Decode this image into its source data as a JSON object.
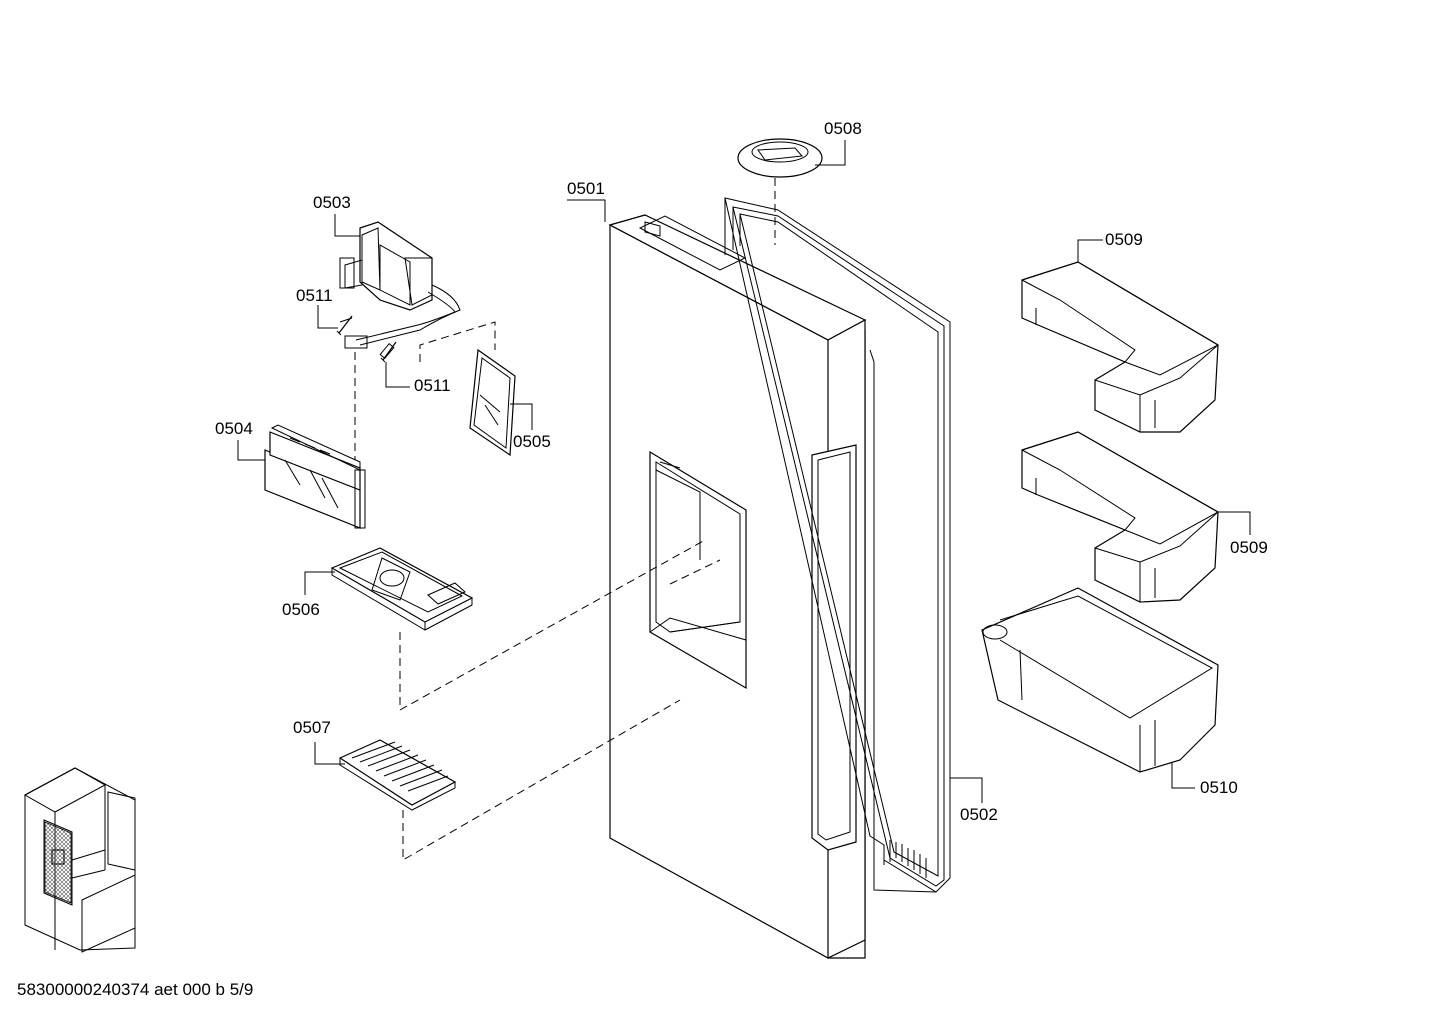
{
  "diagram": {
    "part_labels": {
      "p0501": "0501",
      "p0502": "0502",
      "p0503": "0503",
      "p0504": "0504",
      "p0505": "0505",
      "p0506": "0506",
      "p0507": "0507",
      "p0508": "0508",
      "p0509a": "0509",
      "p0509b": "0509",
      "p0510": "0510",
      "p0511a": "0511",
      "p0511b": "0511"
    },
    "footer": "58300000240374 aet 000 b 5/9"
  }
}
